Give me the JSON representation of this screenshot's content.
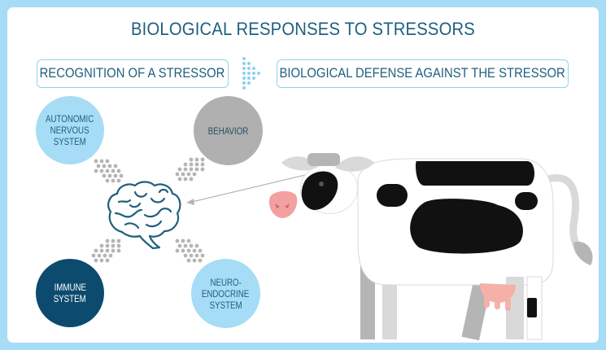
{
  "title": "BIOLOGICAL RESPONSES TO STRESSORS",
  "steps": {
    "recognition": "RECOGNITION OF A STRESSOR",
    "defense": "BIOLOGICAL DEFENSE AGAINST THE STRESSOR"
  },
  "responses": {
    "autonomic": [
      "AUTONOMIC",
      "NERVOUS",
      "SYSTEM"
    ],
    "behavior": [
      "BEHAVIOR"
    ],
    "immune": [
      "IMMUNE",
      "SYSTEM"
    ],
    "neuroendocrine": [
      "NEURO-",
      "ENDOCRINE",
      "SYSTEM"
    ]
  },
  "icons": {
    "brain": "brain-icon",
    "cow": "cow-illustration",
    "arrow": "dotted-chevron-arrow-icon"
  },
  "colors": {
    "frame": "#a6dcf5",
    "text_primary": "#1f5f7e",
    "light_blue": "#a6dcf5",
    "gray": "#b0b0b0",
    "dark_blue": "#0c4a6e",
    "cow_black": "#111111",
    "nose_pink": "#f2a0a0",
    "udder_pink": "#f5b1a8"
  }
}
